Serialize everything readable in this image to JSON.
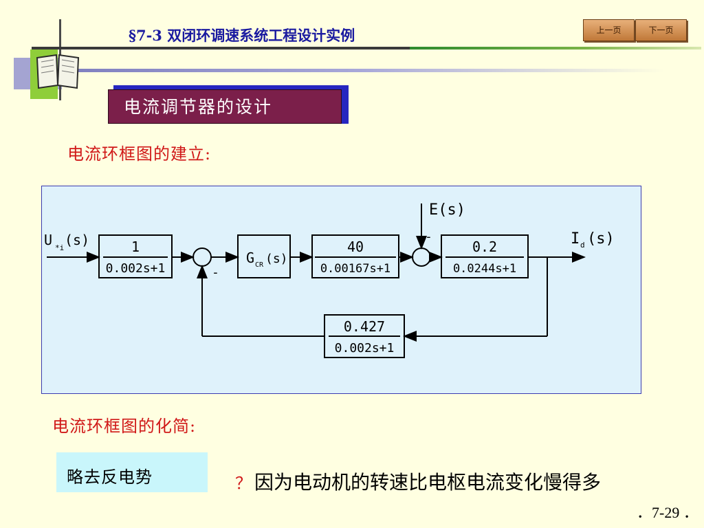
{
  "header": {
    "title": "§7-3  双闭环调速系统工程设计实例",
    "prev_label": "上一页",
    "next_label": "下一页"
  },
  "section": {
    "label": "电流调节器的设计"
  },
  "heading1": "电流环框图的建立:",
  "heading2": "电流环框图的化简:",
  "diagram": {
    "input_U": "U",
    "input_sub": "*i",
    "input_s": "(s)",
    "block1_num": "1",
    "block1_den": "0.002s+1",
    "controller_G": "G",
    "controller_sub": "CR",
    "controller_s": "(s)",
    "block3_num": "40",
    "block3_den": "0.00167s+1",
    "block4_num": "0.2",
    "block4_den": "0.0244s+1",
    "feedback_num": "0.427",
    "feedback_den": "0.002s+1",
    "disturbance_label": "E(s)",
    "output_I": "I",
    "output_sub": "d",
    "output_s": "(s)",
    "minus_sign": "-",
    "colors": {
      "line": "#000000",
      "background": "#dff2fb",
      "frame": "#3a3ab0"
    }
  },
  "note": {
    "label": "略去反电势",
    "question_mark": "？",
    "reason": "因为电动机的转速比电枢电流变化慢得多"
  },
  "page_number": "．7-29 ．"
}
